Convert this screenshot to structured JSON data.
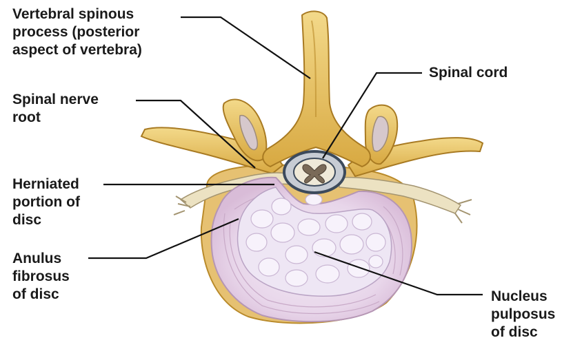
{
  "labels": {
    "spinous_process": [
      "Vertebral spinous",
      "process (posterior",
      "aspect of vertebra)"
    ],
    "spinal_cord": [
      "Spinal cord"
    ],
    "nerve_root": [
      "Spinal nerve",
      "root"
    ],
    "herniated": [
      "Herniated",
      "portion of",
      "disc"
    ],
    "anulus": [
      "Anulus",
      "fibrosus",
      "of disc"
    ],
    "nucleus": [
      "Nucleus",
      "pulposus",
      "of disc"
    ]
  },
  "colors": {
    "bone": "#e9c46a",
    "bone_dark": "#b98a2a",
    "disc_outer": "#e7d3e6",
    "disc_inner": "#efe6f3",
    "nerve": "#ece2c2",
    "cord_outer": "#3c4a5c",
    "leader": "#111111"
  }
}
